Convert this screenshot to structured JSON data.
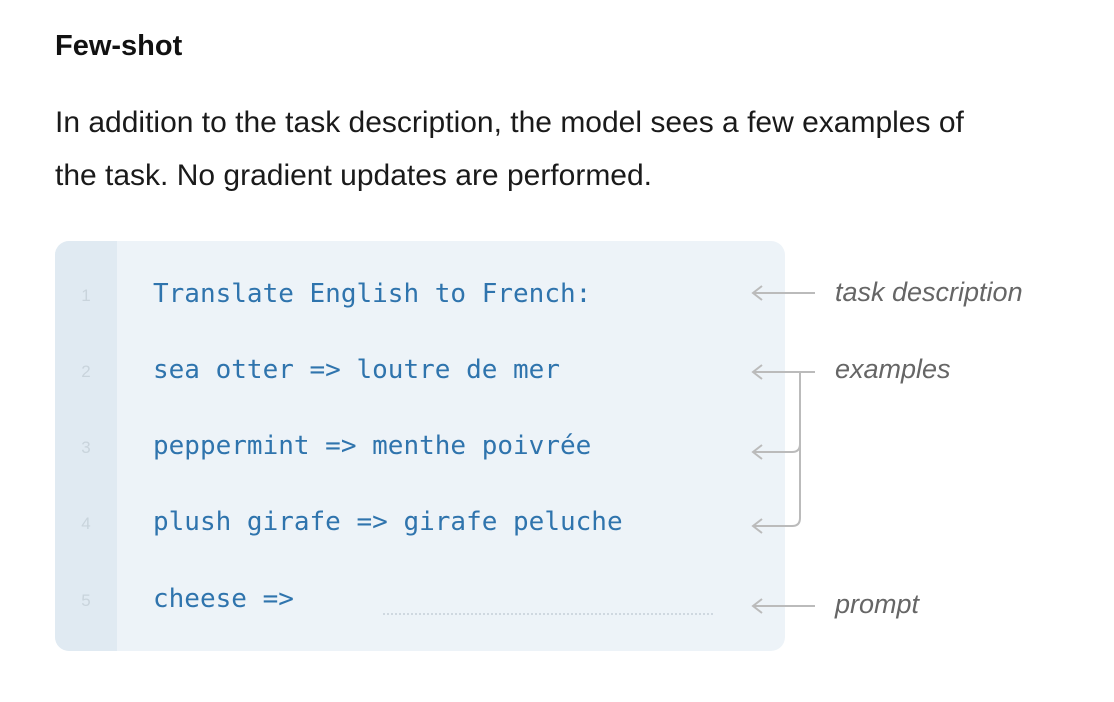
{
  "title": "Few-shot",
  "description": "In addition to the task description, the model sees a few examples of the task. No gradient updates are performed.",
  "lines": [
    {
      "num": "1",
      "text": "Translate English to French:"
    },
    {
      "num": "2",
      "text": "sea otter => loutre de mer"
    },
    {
      "num": "3",
      "text": "peppermint => menthe poivrée"
    },
    {
      "num": "4",
      "text": "plush girafe => girafe peluche"
    },
    {
      "num": "5",
      "text": "cheese =>"
    }
  ],
  "annotations": {
    "task_description": "task description",
    "examples": "examples",
    "prompt": "prompt"
  }
}
